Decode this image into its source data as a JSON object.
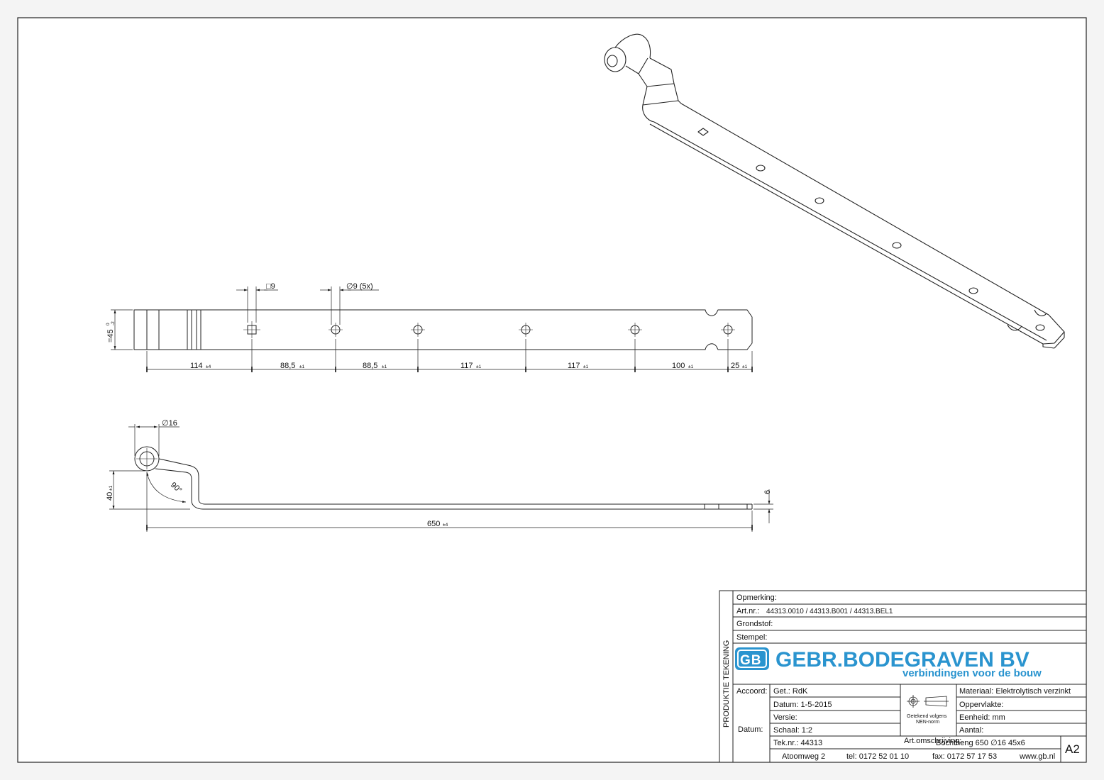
{
  "dimensions": {
    "top_view": {
      "square_hole": "□9",
      "round_holes": "∅9 (5x)",
      "width": "=45",
      "width_tol_upper": "0",
      "width_tol_lower": "-2",
      "spacings": [
        {
          "value": "114",
          "tol": "±4"
        },
        {
          "value": "88,5",
          "tol": "±1"
        },
        {
          "value": "88,5",
          "tol": "±1"
        },
        {
          "value": "117",
          "tol": "±1"
        },
        {
          "value": "117",
          "tol": "±1"
        },
        {
          "value": "100",
          "tol": "±1"
        },
        {
          "value": "25",
          "tol": "±1"
        }
      ]
    },
    "side_view": {
      "eye_diameter": "∅16",
      "angle": "90°",
      "offset": "40",
      "offset_tol": "±1",
      "thickness": "6",
      "length": "650",
      "length_tol": "±4"
    }
  },
  "title_block": {
    "side_label": "PRODUKTIE TEKENING",
    "opmerking": "Opmerking:",
    "art_nr_label": "Art.nr.:",
    "art_nr_value": "44313.0010 / 44313.B001 / 44313.BEL1",
    "grondstof": "Grondstof:",
    "stempel": "Stempel:",
    "logo_mark": "GB",
    "company": "GEBR.BODEGRAVEN BV",
    "tagline": "verbindingen voor de bouw",
    "accoord": "Accoord:",
    "datum_left": "Datum:",
    "get": "Get.: RdK",
    "datum": "Datum: 1-5-2015",
    "versie": "Versie:",
    "schaal": "Schaal: 1:2",
    "tek_nr": "Tek.nr.: 44313",
    "norm_line1": "Getekend volgens",
    "norm_line2": "NEN-norm",
    "materiaal": "Materiaal: Elektrolytisch verzinkt",
    "oppervlakte": "Oppervlakte:",
    "eenheid": "Eenheid: mm",
    "aantal": "Aantal:",
    "art_omschrijving_label": "Art.omschrijving:",
    "art_omschrijving": "Bochtheng 650   ∅16  45x6",
    "format": "A2",
    "address": "Atoomweg 2",
    "tel": "tel: 0172 52 01 10",
    "fax": "fax: 0172 57 17 53",
    "web": "www.gb.nl"
  },
  "colors": {
    "brand_blue": "#2a94cf",
    "line": "#222222"
  }
}
